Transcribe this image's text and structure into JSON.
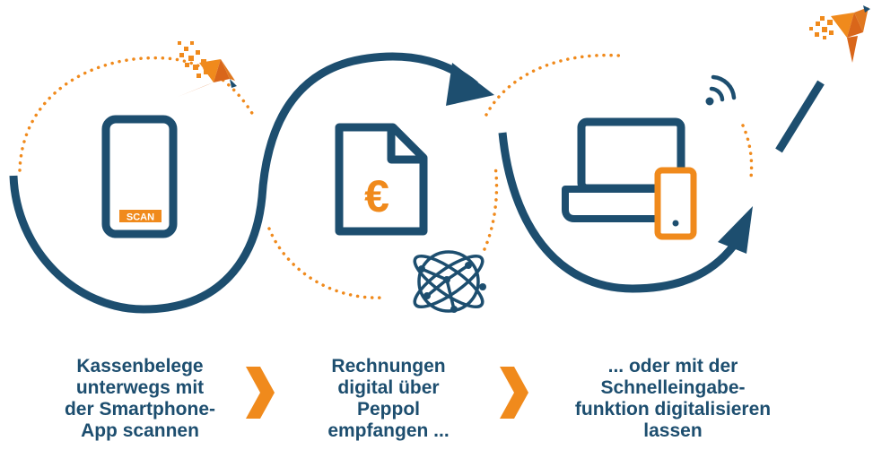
{
  "colors": {
    "navy": "#1d4e6f",
    "orange": "#f08a1c",
    "orange_dark": "#d9661a",
    "white": "#ffffff"
  },
  "icons": [
    "smartphone-scan-icon",
    "invoice-euro-icon",
    "network-globe-icon",
    "laptop-phone-icon",
    "wifi-icon",
    "origami-bird-icon",
    "chevron-right-icon"
  ],
  "phone": {
    "badge": "SCAN"
  },
  "invoice": {
    "symbol": "€"
  },
  "steps": [
    {
      "text": "Kassenbelege\nunterwegs mit\nder Smartphone-\nApp scannen"
    },
    {
      "text": "Rechnungen\ndigital über\nPeppol\nempfangen ..."
    },
    {
      "text": "... oder mit der\nSchnelleingabe-\nfunktion digitalisieren\nlassen"
    }
  ]
}
